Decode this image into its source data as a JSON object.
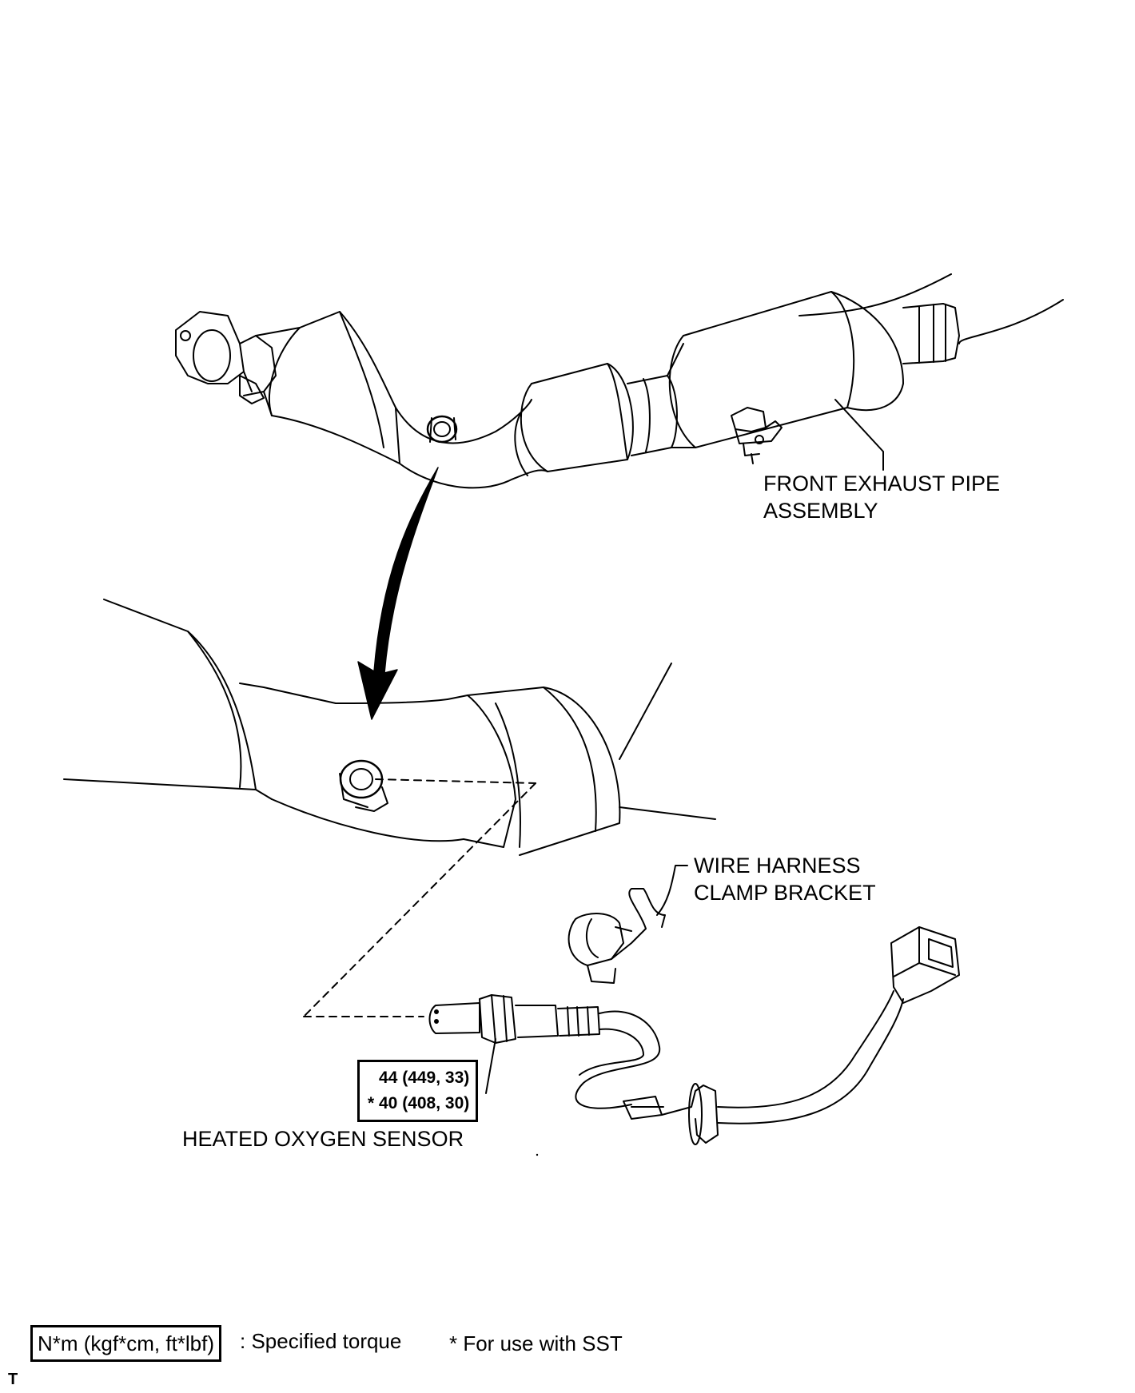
{
  "labels": {
    "front_exhaust_pipe": [
      "FRONT EXHAUST PIPE",
      "ASSEMBLY"
    ],
    "wire_harness_clamp": [
      "WIRE HARNESS",
      "CLAMP BRACKET"
    ],
    "heated_oxygen_sensor": "HEATED OXYGEN SENSOR"
  },
  "torque": {
    "standard": "44 (449, 33)",
    "with_sst": "* 40 (408, 30)"
  },
  "legend": {
    "unit_box": "N*m (kgf*cm, ft*lbf)",
    "unit_desc": ": Specified torque",
    "sst_note": "* For use with SST"
  },
  "corner_mark": "T"
}
